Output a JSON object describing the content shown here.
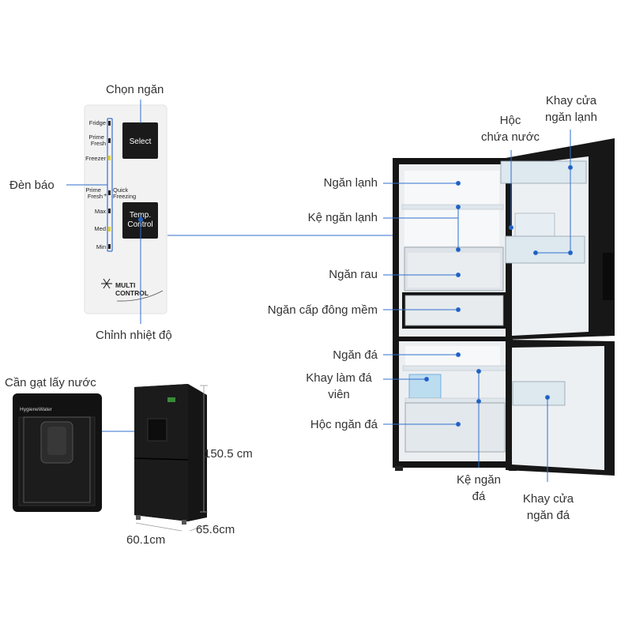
{
  "colors": {
    "line": "#2f6fcf",
    "dot": "#1f5fc0",
    "fridge": "#121212",
    "interior": "#eef1f4"
  },
  "labels": {
    "chon_ngan": "Chọn ngăn",
    "den_bao": "Đèn báo",
    "chinh_nhiet_do": "Chỉnh nhiệt độ",
    "ngan_lanh": "Ngăn lạnh",
    "ke_ngan_lanh": "Kệ ngăn lạnh",
    "ngan_rau": "Ngăn rau",
    "ngan_cap_dong_mem": "Ngăn cấp đông mềm",
    "ngan_da": "Ngăn đá",
    "khay_lam_da_vien_1": "Khay làm đá",
    "khay_lam_da_vien_2": "viên",
    "hoc_ngan_da": "Hộc ngăn đá",
    "hoc_chua_nuoc_1": "Hộc",
    "hoc_chua_nuoc_2": "chứa nước",
    "khay_cua_ngan_lanh_1": "Khay cửa",
    "khay_cua_ngan_lanh_2": "ngăn lạnh",
    "ke_ngan_da_1": "Kệ ngăn",
    "ke_ngan_da_2": "đá",
    "khay_cua_ngan_da_1": "Khay cửa",
    "khay_cua_ngan_da_2": "ngăn đá",
    "can_gat_lay_nuoc": "Cần gạt lấy nước",
    "height": "150.5 cm",
    "width": "60.1cm",
    "depth": "65.6cm"
  },
  "control_panel": {
    "zones": [
      "Fridge",
      "Prime Fresh",
      "Freezer"
    ],
    "levels": [
      "Prime Fresh",
      "Max",
      "Med",
      "Min"
    ],
    "quick_freezing": "Quick Freezing",
    "select_button": "Select",
    "temp_button_1": "Temp.",
    "temp_button_2": "Control",
    "multi_control_1": "MULTI",
    "multi_control_2": "CONTROL"
  },
  "dispenser": {
    "brand": "HygieneWater"
  }
}
